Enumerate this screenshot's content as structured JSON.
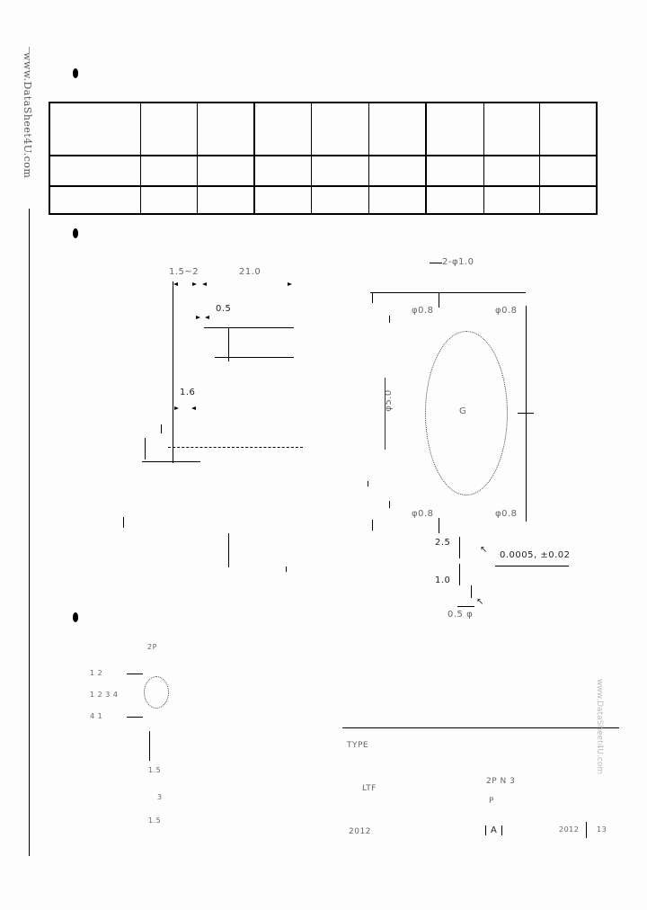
{
  "watermark": {
    "left_vertical": "www.DataSheet4U.com",
    "right_vertical": "www.DataSheet4U.com"
  },
  "sections": [
    {
      "bullet": "●",
      "title": ""
    },
    {
      "bullet": "●",
      "title": ""
    },
    {
      "bullet": "●",
      "title": ""
    }
  ],
  "spec_table": {
    "header": [
      "",
      "",
      "",
      "",
      "",
      "",
      "",
      "",
      ""
    ],
    "rows": [
      [
        "",
        "",
        "",
        "",
        "",
        "",
        "",
        "",
        ""
      ],
      [
        "",
        "",
        "",
        "",
        "",
        "",
        "",
        "",
        ""
      ]
    ]
  },
  "drawing_side": {
    "dim_top_left": "1.5~2",
    "dim_top_right": "21.0",
    "dim_mid": "0.5",
    "dim_pitch": "1.6",
    "left_labels": [
      "",
      ""
    ]
  },
  "drawing_front": {
    "top_callout": "2-φ1.0",
    "pin_top_left": "φ0.8",
    "pin_top_right": "φ0.8",
    "left_dim": "φ5.0",
    "pin_bottom_left": "φ0.8",
    "pin_bottom_right": "φ0.8",
    "callout_right": "0.0005, ±0.02",
    "bottom_dim_a": "2.5",
    "bottom_dim_b": "1.0",
    "bottom_label": "0.5 φ"
  },
  "circuit": {
    "label_top": "2P",
    "pin_labels": [
      "1 2",
      "1 2 3 4",
      "4 1"
    ],
    "bottom_labels": [
      "1.5",
      "3",
      "1.5"
    ]
  },
  "title_block": {
    "row1": "TYPE",
    "row2_left": "LTF",
    "row2_right": "2P N 3",
    "row2_sub": "P",
    "row3_left": "2012",
    "row3_mid": "A",
    "row3_right_a": "2012",
    "row3_right_b": "13"
  }
}
